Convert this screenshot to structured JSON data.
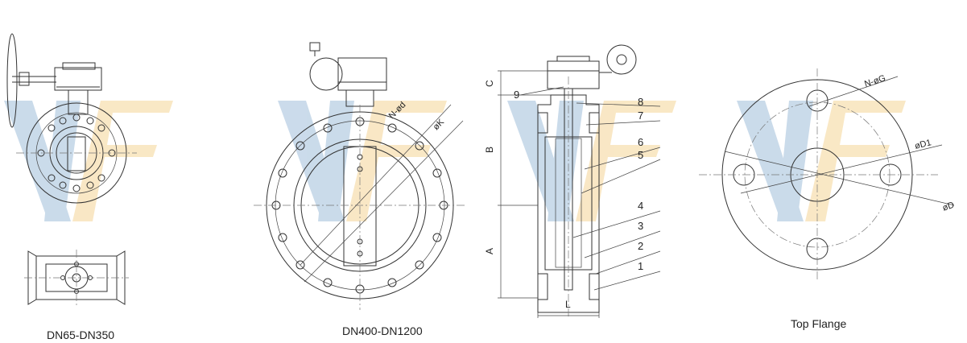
{
  "captions": {
    "small_range": "DN65-DN350",
    "large_range": "DN400-DN1200",
    "top_flange": "Top Flange"
  },
  "dimensions": {
    "bolts_large": "N-ød",
    "pitch_large": "øK",
    "dim_c": "C",
    "dim_b": "B",
    "dim_a": "A",
    "dim_l": "L",
    "bolts_flange": "N-øG",
    "pitch_flange": "øD1",
    "outer_flange": "øD"
  },
  "part_numbers": [
    "1",
    "2",
    "3",
    "4",
    "5",
    "6",
    "7",
    "8",
    "9"
  ],
  "colors": {
    "line": "#333333",
    "watermark_blue": "#b9cfe4",
    "watermark_orange": "#f7e0b2"
  }
}
